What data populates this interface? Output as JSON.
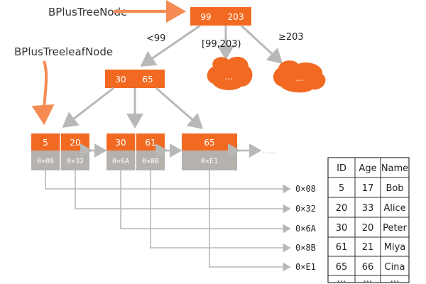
{
  "labels": {
    "internal_node": "BPlusTreeNode",
    "leaf_node": "BPlusTreeleafNode"
  },
  "root": {
    "keys": [
      "99",
      "203"
    ]
  },
  "branches": {
    "less": "<99",
    "middle": "[99,203)",
    "greater": "≥203"
  },
  "inner": {
    "keys": [
      "30",
      "65"
    ]
  },
  "ellipsis": "...",
  "leaves": [
    {
      "keys": [
        "5",
        "20"
      ],
      "ptrs": [
        "0×08",
        "0×32"
      ]
    },
    {
      "keys": [
        "30",
        "61"
      ],
      "ptrs": [
        "0×6A",
        "0×8B"
      ]
    },
    {
      "keys": [
        "65"
      ],
      "ptrs": [
        "0×E1"
      ]
    }
  ],
  "leaf_more": "......",
  "addresses": [
    "0×08",
    "0×32",
    "0×6A",
    "0×8B",
    "0×E1"
  ],
  "table": {
    "headers": [
      "ID",
      "Age",
      "Name"
    ],
    "rows": [
      [
        "5",
        "17",
        "Bob"
      ],
      [
        "20",
        "33",
        "Alice"
      ],
      [
        "30",
        "20",
        "Peter"
      ],
      [
        "61",
        "21",
        "Miya"
      ],
      [
        "65",
        "66",
        "Cina"
      ],
      [
        "...",
        "...",
        "..."
      ]
    ]
  },
  "colors": {
    "orange": "#f26a22",
    "orange_light": "#f58a52",
    "grey": "#b5b2ad",
    "arrow": "#b8b8b8"
  }
}
